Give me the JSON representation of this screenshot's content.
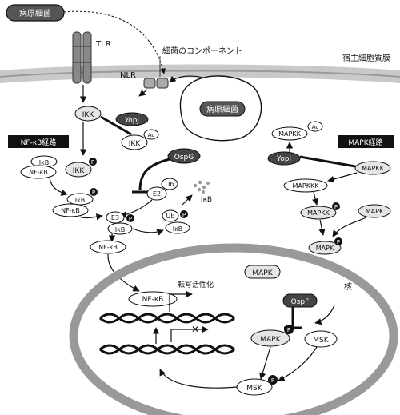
{
  "labels": {
    "pathogen_top": "病原細菌",
    "tlr": "TLR",
    "bacterial_component": "細菌のコンポーネント",
    "host_membrane": "宿主細胞質膜",
    "nlr": "NLR",
    "pathogen_center": "病原細菌",
    "ikk": "IKK",
    "yopj": "YopJ",
    "ac": "Ac",
    "p": "P",
    "ub": "Ub",
    "nfkb_pathway": "NF-κB経路",
    "mapk_pathway": "MAPK経路",
    "ikb": "IκB",
    "nfkb": "NF-κB",
    "ospg": "OspG",
    "e2": "E2",
    "e3": "E3",
    "ikb_released": "IκB",
    "mapkk": "MAPKK",
    "mapkkk": "MAPKKK",
    "mapk": "MAPK",
    "transcription": "転写活性化",
    "nucleus": "核",
    "ospf": "OspF",
    "msk": "MSK",
    "x_mark": "✕"
  }
}
